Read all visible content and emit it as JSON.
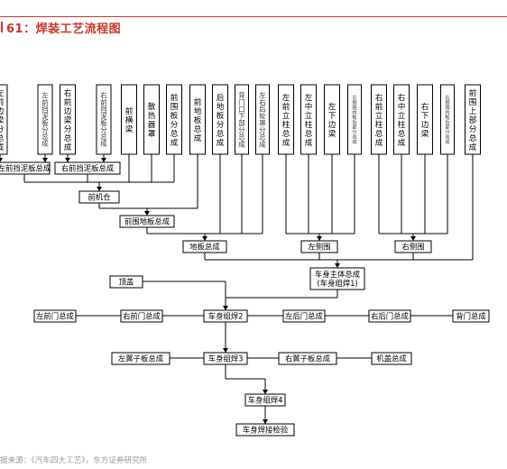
{
  "header": {
    "title": "61：焊装工艺流程图"
  },
  "top_row": [
    {
      "id": "t0",
      "label": "左前边梁分总成",
      "style": "normal"
    },
    {
      "id": "t1",
      "label": "左前挡泥板分总成",
      "style": "small"
    },
    {
      "id": "t2",
      "label": "右前边梁分总成",
      "style": "normal"
    },
    {
      "id": "t3",
      "label": "右前挡泥板分总成",
      "style": "small"
    },
    {
      "id": "t4",
      "label": "前横梁",
      "style": "normal"
    },
    {
      "id": "t5",
      "label": "散热器罩",
      "style": "normal"
    },
    {
      "id": "t6",
      "label": "前围板分总成",
      "style": "normal"
    },
    {
      "id": "t7",
      "label": "前地板总成",
      "style": "normal"
    },
    {
      "id": "t8",
      "label": "后地板分总成",
      "style": "normal"
    },
    {
      "id": "t9",
      "label": "背门口下部分总成",
      "style": "medium"
    },
    {
      "id": "t10",
      "label": "左右后轮罩分总成",
      "style": "medium"
    },
    {
      "id": "t11",
      "label": "左前立柱总成",
      "style": "normal"
    },
    {
      "id": "t12",
      "label": "左中立柱总成",
      "style": "normal"
    },
    {
      "id": "t13",
      "label": "左下边梁",
      "style": "normal"
    },
    {
      "id": "t14",
      "label": "左侧围内板后部分总成",
      "style": "tiny"
    },
    {
      "id": "t15",
      "label": "右前立柱总成",
      "style": "normal"
    },
    {
      "id": "t16",
      "label": "右中立柱总成",
      "style": "normal"
    },
    {
      "id": "t17",
      "label": "右下边梁",
      "style": "normal"
    },
    {
      "id": "t18",
      "label": "右侧围内板后部分总成",
      "style": "tiny"
    },
    {
      "id": "t19",
      "label": "前围上部分总成",
      "style": "normal"
    }
  ],
  "nodes": {
    "left_fender_assy": "左前挡泥板总成",
    "right_fender_assy": "右前挡泥板总成",
    "front_engine_bay": "前机仓",
    "front_floor_assy": "前围地板总成",
    "floor_assy": "地板总成",
    "left_side": "左侧围",
    "right_side": "右侧围",
    "roof": "顶盖",
    "body_main_line1": "车身主体总成",
    "body_main_line2": "(车身组焊1)",
    "left_front_door": "左前门总成",
    "right_front_door": "右前门总成",
    "weld2": "车身组焊2",
    "left_rear_door": "左后门总成",
    "right_rear_door": "右后门总成",
    "back_door": "背门总成",
    "left_wing": "左翼子板总成",
    "weld3": "车身组焊3",
    "right_wing": "右翼子板总成",
    "hood": "机盖总成",
    "weld4": "车身组焊4",
    "final_check": "车身焊接检验"
  },
  "source": "据来源：《汽车四大工艺》，东方证券研究所"
}
